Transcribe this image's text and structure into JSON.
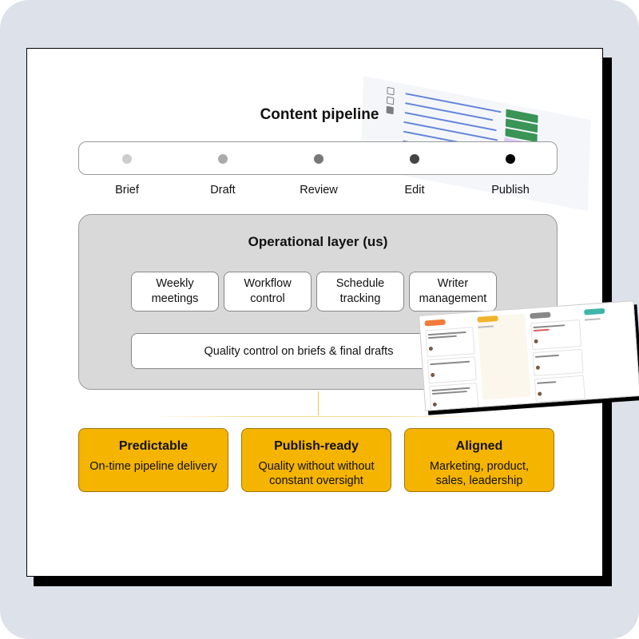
{
  "diagram": {
    "title": "Content pipeline",
    "stages": [
      {
        "label": "Brief",
        "color": "#cccccc"
      },
      {
        "label": "Draft",
        "color": "#aaaaaa"
      },
      {
        "label": "Review",
        "color": "#777777"
      },
      {
        "label": "Edit",
        "color": "#444444"
      },
      {
        "label": "Publish",
        "color": "#000000"
      }
    ],
    "operational_layer": {
      "title": "Operational layer (us)",
      "boxes": [
        "Weekly\nmeetings",
        "Workflow\ncontrol",
        "Schedule\ntracking",
        "Writer\nmanagement"
      ],
      "quality": "Quality control on briefs & final drafts"
    },
    "outcomes": [
      {
        "title": "Predictable",
        "desc": "On-time pipeline delivery"
      },
      {
        "title": "Publish-ready",
        "desc": "Quality without without\nconstant oversight"
      },
      {
        "title": "Aligned",
        "desc": "Marketing, product,\nsales, leadership"
      }
    ]
  },
  "colors": {
    "background": "#dde2ea",
    "card": "#ffffff",
    "layer": "#d9d9d9",
    "outcome": "#f5b400",
    "connector": "#f0c44c"
  }
}
